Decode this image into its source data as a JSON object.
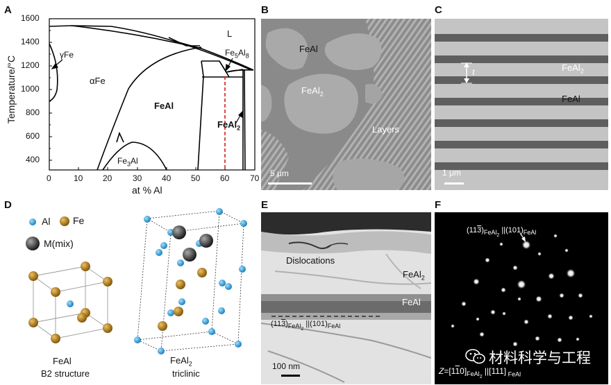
{
  "panels": {
    "A": {
      "letter": "A",
      "ylabel": "Temperature/°C",
      "xlabel": "at % Al",
      "yticks": [
        "300",
        "400",
        "500",
        "600",
        "700",
        "800",
        "900",
        "1000",
        "1100",
        "1200",
        "1300",
        "1400",
        "1500",
        "1600"
      ],
      "ytick_labels": [
        "400",
        "600",
        "800",
        "1000",
        "1200",
        "1400",
        "1600"
      ],
      "xticks": [
        "0",
        "10",
        "20",
        "30",
        "40",
        "50",
        "60",
        "70"
      ],
      "region_labels": {
        "L": "L",
        "gammaFe": "γFe",
        "alphaFe": "αFe",
        "FeAl": "FeAl",
        "Fe3Al_base": "Fe",
        "Fe3Al_sub": "3",
        "Fe3Al_end": "Al",
        "Fe5Al8_base": "Fe",
        "Fe5Al8_sub1": "5",
        "Fe5Al8_mid": "Al",
        "Fe5Al8_sub2": "8",
        "FeAl2_base": "FeAl",
        "FeAl2_sub": "2"
      },
      "dashed_line_color": "#d21f1f"
    },
    "B": {
      "letter": "B",
      "label_FeAl": "FeAl",
      "label_FeAl2_base": "FeAl",
      "label_FeAl2_sub": "2",
      "label_layers": "Layers",
      "scalebar": "5 μm"
    },
    "C": {
      "letter": "C",
      "label_t": "t",
      "label_FeAl2_base": "FeAl",
      "label_FeAl2_sub": "2",
      "label_FeAl": "FeAl",
      "scalebar": "1 μm"
    },
    "D": {
      "letter": "D",
      "legend_al": "Al",
      "legend_fe": "Fe",
      "legend_mix": "M(mix)",
      "b2_name": "FeAl",
      "b2_struct": "B2 structure",
      "tri_name_base": "FeAl",
      "tri_name_sub": "2",
      "tri_struct": "triclinic",
      "colors": {
        "al": "#2a9fd6",
        "fe": "#b07a1a",
        "mix": "#333333"
      }
    },
    "E": {
      "letter": "E",
      "label_dislocations": "Dislocations",
      "label_FeAl2_base": "FeAl",
      "label_FeAl2_sub": "2",
      "label_FeAl": "FeAl",
      "orient_p1": "(11",
      "orient_bar3": "3",
      "orient_p2": ")",
      "orient_sub1": "FeAl",
      "orient_sub1b": "2",
      "orient_mid": " ||(101)",
      "orient_sub2": "FeAl",
      "scalebar": "100 nm"
    },
    "F": {
      "letter": "F",
      "orient_p1": "(11",
      "orient_bar3": "3",
      "orient_p2": ")",
      "orient_sub1": "FeAl",
      "orient_sub1b": "2",
      "orient_mid": " ||(101)",
      "orient_sub2": "FeAl",
      "zone_p1": "Z",
      "zone_p2": "=[1",
      "zone_bar1": "1",
      "zone_p3": "0]",
      "zone_sub1": "FeAl",
      "zone_sub1b": "2",
      "zone_mid": " ||[111]",
      "zone_sub2": " FeAl",
      "watermark": "材料科学与工程"
    }
  }
}
